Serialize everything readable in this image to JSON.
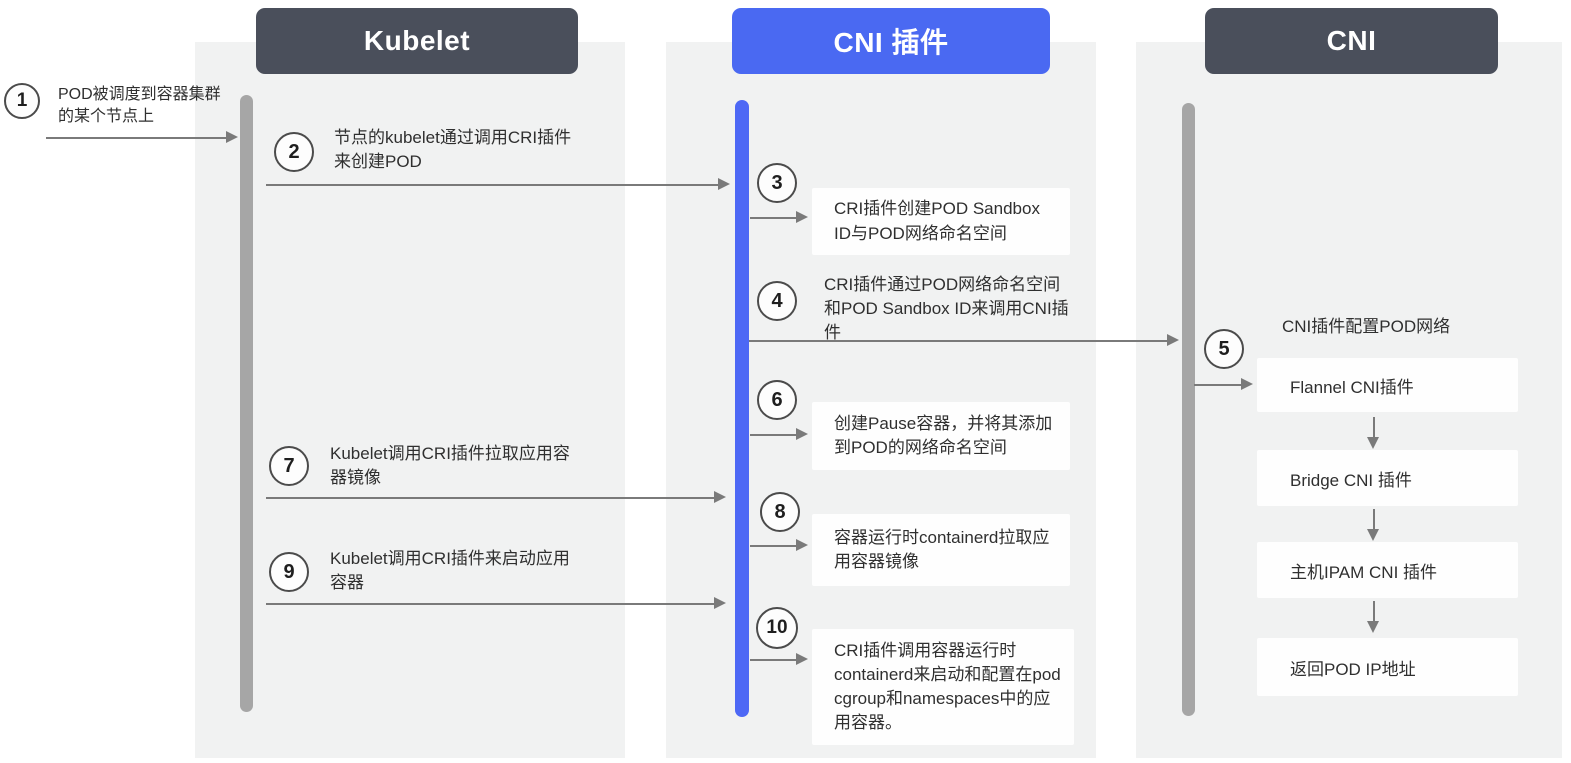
{
  "diagram": {
    "title_note": "Kubernetes POD creation / CNI sequence diagram",
    "colors": {
      "header_dark": "#4a4f5b",
      "header_blue": "#4a69f2",
      "lifeline_gray": "#a6a6a6",
      "lifeline_blue": "#4d68f5",
      "column_bg": "#f1f2f2",
      "arrow": "#7a7a7a",
      "text": "#2f2f2f"
    },
    "columns": [
      {
        "title": "Kubelet"
      },
      {
        "title": "CNI 插件"
      },
      {
        "title": "CNI"
      }
    ],
    "steps": [
      {
        "num": "1",
        "text": "POD被调度到容器集群的某个节点上"
      },
      {
        "num": "2",
        "text": "节点的kubelet通过调用CRI插件来创建POD"
      },
      {
        "num": "3",
        "text": "CRI插件创建POD Sandbox ID与POD网络命名空间"
      },
      {
        "num": "4",
        "text": "CRI插件通过POD网络命名空间和POD Sandbox ID来调用CNI插件"
      },
      {
        "num": "5",
        "text": "CNI插件配置POD网络"
      },
      {
        "num": "6",
        "text": "创建Pause容器，并将其添加到POD的网络命名空间"
      },
      {
        "num": "7",
        "text": "Kubelet调用CRI插件拉取应用容器镜像"
      },
      {
        "num": "8",
        "text": "容器运行时containerd拉取应用容器镜像"
      },
      {
        "num": "9",
        "text": "Kubelet调用CRI插件来启动应用容器"
      },
      {
        "num": "10",
        "text": "CRI插件调用容器运行时containerd来启动和配置在pod cgroup和namespaces中的应用容器。"
      }
    ],
    "cni_chain": [
      {
        "label": "Flannel CNI插件"
      },
      {
        "label": "Bridge CNI 插件"
      },
      {
        "label": "主机IPAM CNI 插件"
      },
      {
        "label": "返回POD IP地址"
      }
    ]
  }
}
